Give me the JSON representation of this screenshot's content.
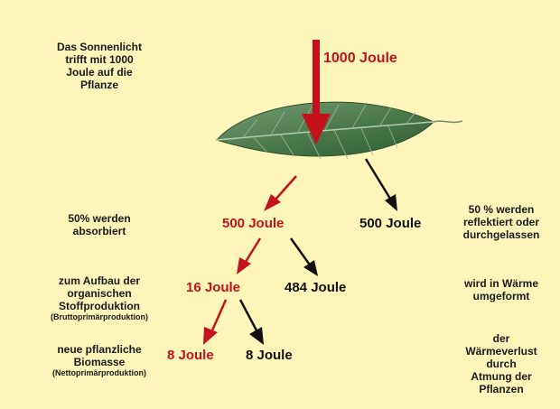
{
  "labels": {
    "sunlight": [
      "Das Sonnenlicht",
      "trifft mit 1000",
      "Joule auf die",
      "Pflanze"
    ],
    "absorbed": [
      "50% werden",
      "absorbiert"
    ],
    "gross_production": [
      "zum Aufbau der",
      "organischen",
      "Stoffproduktion"
    ],
    "gross_production_term": "(Bruttoprimärproduktion)",
    "net_production": [
      "neue pflanzliche",
      "Biomasse"
    ],
    "net_production_term": "(Nettoprimärproduktion)",
    "reflected": [
      "50 % werden",
      "reflektiert oder",
      "durchgelassen"
    ],
    "heat": [
      "wird in Wärme",
      "umgeformt"
    ],
    "respiration": [
      "der",
      "Wärmeverlust",
      "durch",
      "Atmung der",
      "Pflanzen"
    ]
  },
  "values": {
    "input": "1000 Joule",
    "absorbed": "500 Joule",
    "reflected": "500 Joule",
    "gross": "16 Joule",
    "heat": "484 Joule",
    "net": "8 Joule",
    "respiration": "8 Joule"
  },
  "colors": {
    "background": "#fdf6b8",
    "flow_red": "#c4121c",
    "flow_black": "#111111",
    "leaf": "#4d7a4d"
  }
}
